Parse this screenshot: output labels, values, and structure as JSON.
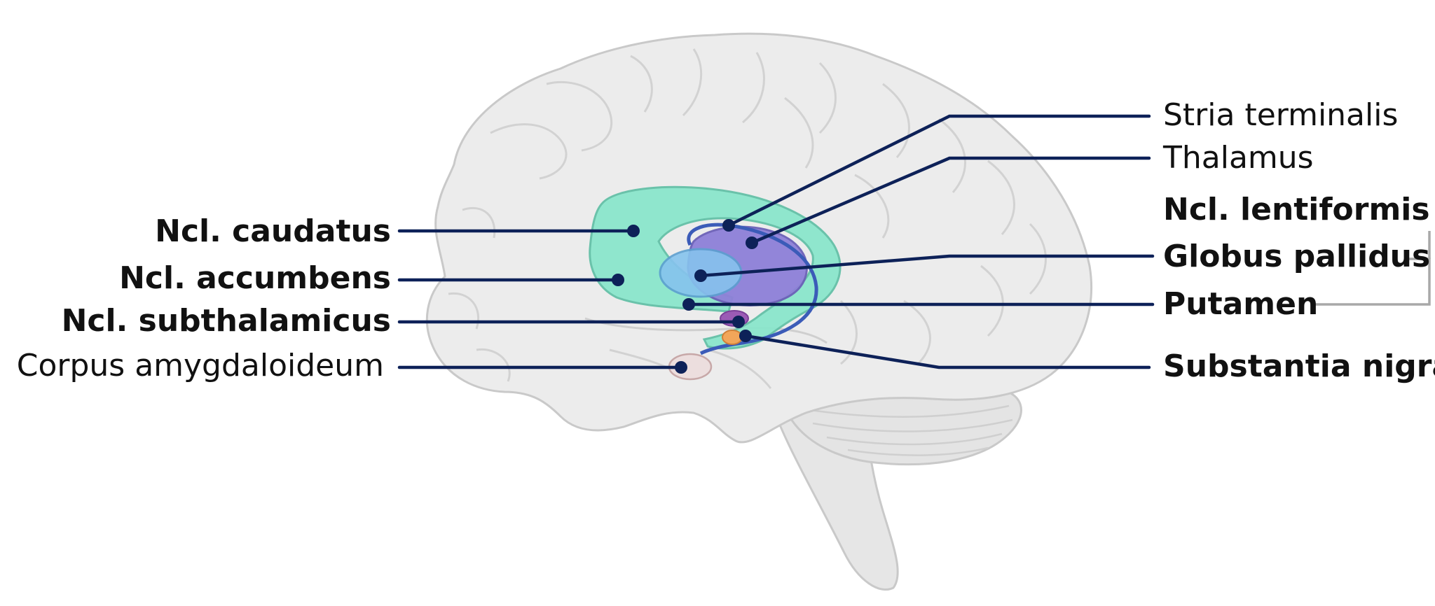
{
  "colors": {
    "leader_line": "#0d2158",
    "brace": "#a8a8a8",
    "brain_fill": "#e8e8e8",
    "brain_stroke": "#c9c9c9",
    "caudate": "#7fe3c8",
    "thalamus": "#8b7fd8",
    "globus_pallidus": "#82c1ec",
    "subthalamic": "#9b5bb5",
    "substantia_nigra": "#f2a65a",
    "amygdala": "#eadcdc"
  },
  "labels": {
    "caudatus": "Ncl. caudatus",
    "accumbens": "Ncl. accumbens",
    "subthalamicus": "Ncl. subthalamicus",
    "amygdaloideum": "Corpus amygdaloideum",
    "stria": "Stria terminalis",
    "thalamus": "Thalamus",
    "lentiformis": "Ncl. lentiformis",
    "pallidus": "Globus pallidus",
    "putamen": "Putamen",
    "nigra": "Substantia nigra"
  }
}
